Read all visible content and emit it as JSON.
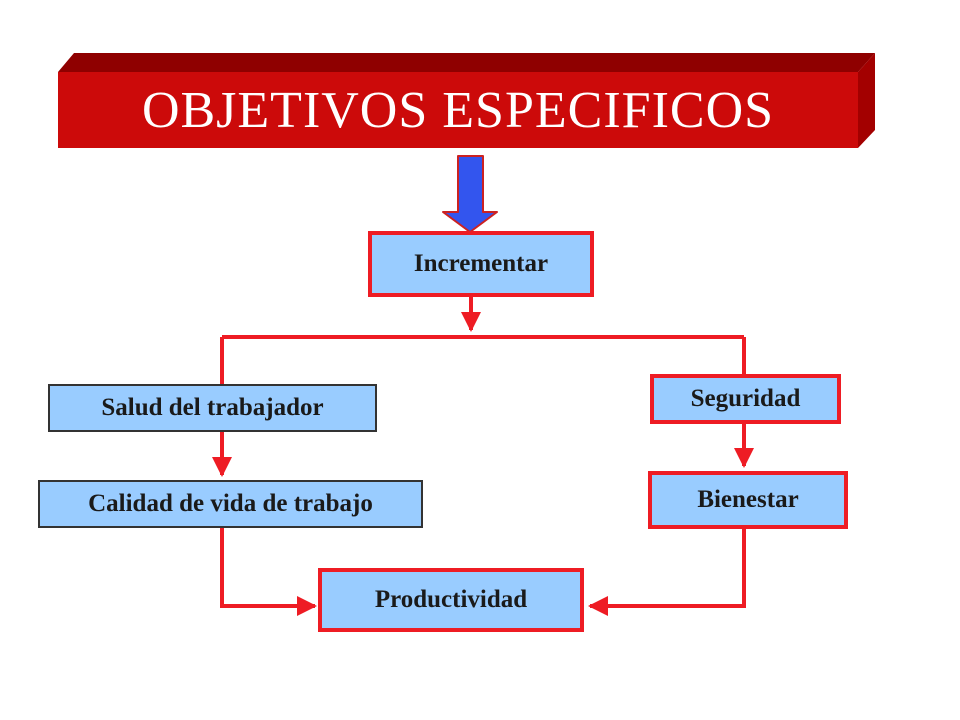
{
  "title": "OBJETIVOS ESPECIFICOS",
  "colors": {
    "banner_front": "#cc0a0a",
    "banner_top": "#8f0000",
    "banner_side": "#a30000",
    "title_text": "#ffffff",
    "node_fill": "#99ccff",
    "node_border": "#ee1c24",
    "connector": "#ee1c24",
    "arrow_fill": "#3355ee",
    "arrow_outline": "#cc2222"
  },
  "nodes": {
    "incrementar": "Incrementar",
    "salud": "Salud del trabajador",
    "seguridad": "Seguridad",
    "calidad": "Calidad de vida de trabajo",
    "bienestar": "Bienestar",
    "productividad": "Productividad"
  },
  "icons": {
    "arrow": "down-arrow-icon"
  }
}
